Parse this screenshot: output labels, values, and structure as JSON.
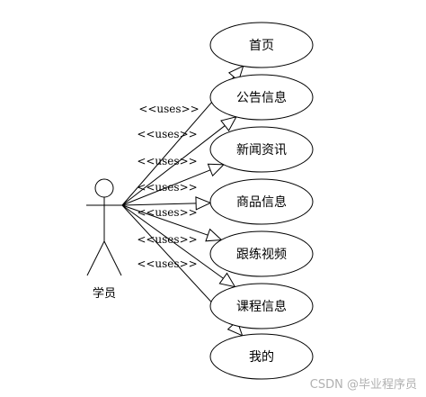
{
  "actor": {
    "label": "学员"
  },
  "relation_label": "<<uses>>",
  "use_cases": [
    {
      "label": "首页"
    },
    {
      "label": "公告信息"
    },
    {
      "label": "新闻资讯"
    },
    {
      "label": "商品信息"
    },
    {
      "label": "跟练视频"
    },
    {
      "label": "课程信息"
    },
    {
      "label": "我的"
    }
  ],
  "watermark": "CSDN @毕业程序员"
}
